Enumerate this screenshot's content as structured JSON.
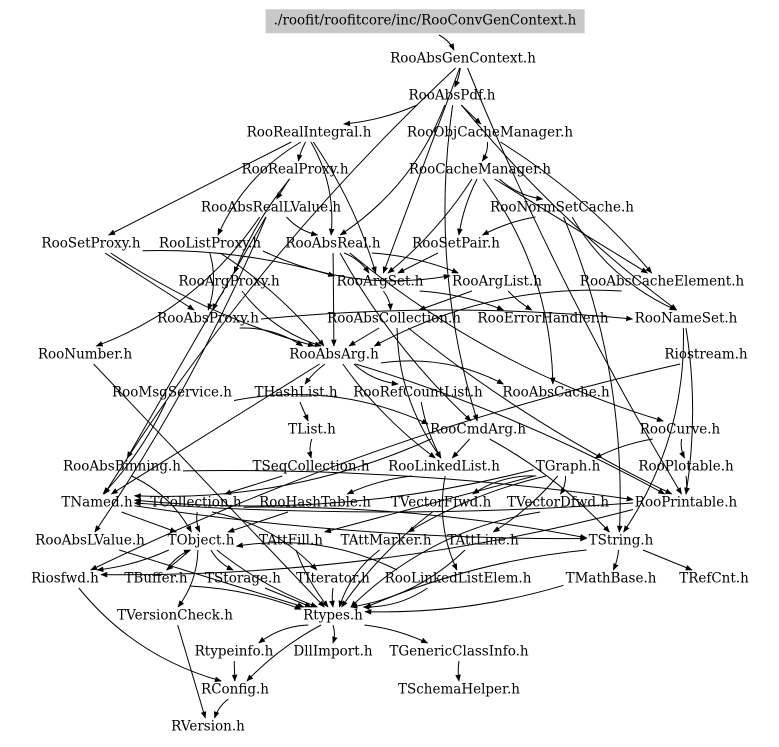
{
  "graph": {
    "colors": {
      "background": "#ffffff",
      "edge": "#000000",
      "root_fill": "#c8c8c8",
      "text": "#000000"
    },
    "nodes": [
      {
        "id": "root",
        "label": "./roofit/roofitcore/inc/RooConvGenContext.h"
      },
      {
        "id": "RooAbsGenContext",
        "label": "RooAbsGenContext.h"
      },
      {
        "id": "RooAbsPdf",
        "label": "RooAbsPdf.h"
      },
      {
        "id": "RooRealIntegral",
        "label": "RooRealIntegral.h"
      },
      {
        "id": "RooObjCacheManager",
        "label": "RooObjCacheManager.h"
      },
      {
        "id": "RooRealProxy",
        "label": "RooRealProxy.h"
      },
      {
        "id": "RooCacheManager",
        "label": "RooCacheManager.h"
      },
      {
        "id": "RooAbsRealLValue",
        "label": "RooAbsRealLValue.h"
      },
      {
        "id": "RooNormSetCache",
        "label": "RooNormSetCache.h"
      },
      {
        "id": "RooSetProxy",
        "label": "RooSetProxy.h"
      },
      {
        "id": "RooListProxy",
        "label": "RooListProxy.h"
      },
      {
        "id": "RooAbsReal",
        "label": "RooAbsReal.h"
      },
      {
        "id": "RooSetPair",
        "label": "RooSetPair.h"
      },
      {
        "id": "RooArgProxy",
        "label": "RooArgProxy.h"
      },
      {
        "id": "RooArgSet",
        "label": "RooArgSet.h"
      },
      {
        "id": "RooArgList",
        "label": "RooArgList.h"
      },
      {
        "id": "RooAbsCacheElement",
        "label": "RooAbsCacheElement.h"
      },
      {
        "id": "RooAbsProxy",
        "label": "RooAbsProxy.h"
      },
      {
        "id": "RooAbsCollection",
        "label": "RooAbsCollection.h"
      },
      {
        "id": "RooErrorHandler",
        "label": "RooErrorHandler.h"
      },
      {
        "id": "RooNameSet",
        "label": "RooNameSet.h"
      },
      {
        "id": "RooNumber",
        "label": "RooNumber.h"
      },
      {
        "id": "RooAbsArg",
        "label": "RooAbsArg.h"
      },
      {
        "id": "Riostream",
        "label": "Riostream.h"
      },
      {
        "id": "RooMsgService",
        "label": "RooMsgService.h"
      },
      {
        "id": "THashList",
        "label": "THashList.h"
      },
      {
        "id": "RooRefCountList",
        "label": "RooRefCountList.h"
      },
      {
        "id": "RooAbsCache",
        "label": "RooAbsCache.h"
      },
      {
        "id": "TList",
        "label": "TList.h"
      },
      {
        "id": "RooCmdArg",
        "label": "RooCmdArg.h"
      },
      {
        "id": "RooCurve",
        "label": "RooCurve.h"
      },
      {
        "id": "RooAbsBinning",
        "label": "RooAbsBinning.h"
      },
      {
        "id": "TSeqCollection",
        "label": "TSeqCollection.h"
      },
      {
        "id": "RooLinkedList",
        "label": "RooLinkedList.h"
      },
      {
        "id": "TGraph",
        "label": "TGraph.h"
      },
      {
        "id": "RooPlotable",
        "label": "RooPlotable.h"
      },
      {
        "id": "TNamed",
        "label": "TNamed.h"
      },
      {
        "id": "TCollection",
        "label": "TCollection.h"
      },
      {
        "id": "RooHashTable",
        "label": "RooHashTable.h"
      },
      {
        "id": "TVectorFfwd",
        "label": "TVectorFfwd.h"
      },
      {
        "id": "TVectorDfwd",
        "label": "TVectorDfwd.h"
      },
      {
        "id": "RooPrintable",
        "label": "RooPrintable.h"
      },
      {
        "id": "RooAbsLValue",
        "label": "RooAbsLValue.h"
      },
      {
        "id": "TObject",
        "label": "TObject.h"
      },
      {
        "id": "TAttFill",
        "label": "TAttFill.h"
      },
      {
        "id": "TAttMarker",
        "label": "TAttMarker.h"
      },
      {
        "id": "TAttLine",
        "label": "TAttLine.h"
      },
      {
        "id": "TString",
        "label": "TString.h"
      },
      {
        "id": "Riosfwd",
        "label": "Riosfwd.h"
      },
      {
        "id": "TBuffer",
        "label": "TBuffer.h"
      },
      {
        "id": "TStorage",
        "label": "TStorage.h"
      },
      {
        "id": "TIterator",
        "label": "TIterator.h"
      },
      {
        "id": "RooLinkedListElem",
        "label": "RooLinkedListElem.h"
      },
      {
        "id": "TMathBase",
        "label": "TMathBase.h"
      },
      {
        "id": "TRefCnt",
        "label": "TRefCnt.h"
      },
      {
        "id": "TVersionCheck",
        "label": "TVersionCheck.h"
      },
      {
        "id": "Rtypes",
        "label": "Rtypes.h"
      },
      {
        "id": "Rtypeinfo",
        "label": "Rtypeinfo.h"
      },
      {
        "id": "DllImport",
        "label": "DllImport.h"
      },
      {
        "id": "TGenericClassInfo",
        "label": "TGenericClassInfo.h"
      },
      {
        "id": "RConfig",
        "label": "RConfig.h"
      },
      {
        "id": "TSchemaHelper",
        "label": "TSchemaHelper.h"
      },
      {
        "id": "RVersion",
        "label": "RVersion.h"
      }
    ],
    "edges": [
      [
        "root",
        "RooAbsGenContext"
      ],
      [
        "RooAbsGenContext",
        "RooAbsPdf"
      ],
      [
        "RooAbsGenContext",
        "RooArgSet"
      ],
      [
        "RooAbsGenContext",
        "RooPrintable"
      ],
      [
        "RooAbsGenContext",
        "TNamed"
      ],
      [
        "RooAbsPdf",
        "RooAbsReal"
      ],
      [
        "RooAbsPdf",
        "RooRealIntegral"
      ],
      [
        "RooAbsPdf",
        "RooObjCacheManager"
      ],
      [
        "RooAbsPdf",
        "RooNameSet"
      ],
      [
        "RooAbsPdf",
        "RooCmdArg"
      ],
      [
        "RooRealIntegral",
        "RooAbsReal"
      ],
      [
        "RooRealIntegral",
        "RooArgSet"
      ],
      [
        "RooRealIntegral",
        "RooSetProxy"
      ],
      [
        "RooRealIntegral",
        "RooRealProxy"
      ],
      [
        "RooRealIntegral",
        "RooListProxy"
      ],
      [
        "RooObjCacheManager",
        "RooCacheManager"
      ],
      [
        "RooObjCacheManager",
        "RooAbsCacheElement"
      ],
      [
        "RooRealProxy",
        "RooAbsRealLValue"
      ],
      [
        "RooRealProxy",
        "RooArgProxy"
      ],
      [
        "RooCacheManager",
        "RooNormSetCache"
      ],
      [
        "RooCacheManager",
        "RooAbsCache"
      ],
      [
        "RooCacheManager",
        "RooArgSet"
      ],
      [
        "RooCacheManager",
        "RooAbsCacheElement"
      ],
      [
        "RooCacheManager",
        "RooSetPair"
      ],
      [
        "RooAbsRealLValue",
        "RooAbsReal"
      ],
      [
        "RooAbsRealLValue",
        "RooNumber"
      ],
      [
        "RooAbsRealLValue",
        "RooAbsLValue"
      ],
      [
        "RooAbsRealLValue",
        "RooAbsBinning"
      ],
      [
        "RooNormSetCache",
        "RooSetPair"
      ],
      [
        "RooNormSetCache",
        "RooNameSet"
      ],
      [
        "RooNormSetCache",
        "TString"
      ],
      [
        "RooSetProxy",
        "RooArgSet"
      ],
      [
        "RooSetProxy",
        "RooAbsProxy"
      ],
      [
        "RooSetProxy",
        "RooAbsArg"
      ],
      [
        "RooListProxy",
        "RooArgList"
      ],
      [
        "RooListProxy",
        "RooAbsProxy"
      ],
      [
        "RooListProxy",
        "RooAbsArg"
      ],
      [
        "RooAbsReal",
        "RooAbsArg"
      ],
      [
        "RooAbsReal",
        "RooCmdArg"
      ],
      [
        "RooAbsReal",
        "RooCurve"
      ],
      [
        "RooAbsReal",
        "RooArgSet"
      ],
      [
        "RooAbsReal",
        "RooArgList"
      ],
      [
        "RooSetPair",
        "RooArgSet"
      ],
      [
        "RooArgProxy",
        "RooAbsProxy"
      ],
      [
        "RooArgProxy",
        "RooAbsArg"
      ],
      [
        "RooArgSet",
        "RooAbsCollection"
      ],
      [
        "RooArgSet",
        "RooErrorHandler"
      ],
      [
        "RooArgList",
        "RooAbsCollection"
      ],
      [
        "RooArgList",
        "RooErrorHandler"
      ],
      [
        "RooAbsCacheElement",
        "RooAbsArg"
      ],
      [
        "RooAbsProxy",
        "RooAbsArg"
      ],
      [
        "RooAbsProxy",
        "RooNameSet"
      ],
      [
        "RooAbsCollection",
        "RooAbsArg"
      ],
      [
        "RooAbsCollection",
        "RooPrintable"
      ],
      [
        "RooAbsCollection",
        "RooLinkedList"
      ],
      [
        "RooNameSet",
        "TString"
      ],
      [
        "RooNameSet",
        "RooPrintable"
      ],
      [
        "RooNumber",
        "Rtypes"
      ],
      [
        "RooAbsArg",
        "THashList"
      ],
      [
        "RooAbsArg",
        "RooRefCountList"
      ],
      [
        "RooAbsArg",
        "RooAbsCache"
      ],
      [
        "RooAbsArg",
        "RooPrintable"
      ],
      [
        "RooAbsArg",
        "TNamed"
      ],
      [
        "RooAbsArg",
        "RooLinkedList"
      ],
      [
        "Riostream",
        "Riosfwd"
      ],
      [
        "RooMsgService",
        "RooCmdArg"
      ],
      [
        "RooMsgService",
        "TNamed"
      ],
      [
        "THashList",
        "TList"
      ],
      [
        "RooRefCountList",
        "RooLinkedList"
      ],
      [
        "TList",
        "TSeqCollection"
      ],
      [
        "RooCmdArg",
        "TNamed"
      ],
      [
        "RooCmdArg",
        "TString"
      ],
      [
        "RooCmdArg",
        "RooLinkedList"
      ],
      [
        "RooCurve",
        "TGraph"
      ],
      [
        "RooCurve",
        "RooPlotable"
      ],
      [
        "RooAbsBinning",
        "TObject"
      ],
      [
        "RooAbsBinning",
        "RooPrintable"
      ],
      [
        "TSeqCollection",
        "TCollection"
      ],
      [
        "RooLinkedList",
        "RooHashTable"
      ],
      [
        "RooLinkedList",
        "RooLinkedListElem"
      ],
      [
        "TGraph",
        "TNamed"
      ],
      [
        "TGraph",
        "TAttLine"
      ],
      [
        "TGraph",
        "TAttFill"
      ],
      [
        "TGraph",
        "TAttMarker"
      ],
      [
        "TGraph",
        "TVectorFfwd"
      ],
      [
        "TGraph",
        "TVectorDfwd"
      ],
      [
        "RooPlotable",
        "RooPrintable"
      ],
      [
        "TNamed",
        "TObject"
      ],
      [
        "TNamed",
        "TString"
      ],
      [
        "TCollection",
        "TObject"
      ],
      [
        "TCollection",
        "TIterator"
      ],
      [
        "TCollection",
        "TString"
      ],
      [
        "RooHashTable",
        "TObject"
      ],
      [
        "TVectorFfwd",
        "Rtypes"
      ],
      [
        "TVectorDfwd",
        "Rtypes"
      ],
      [
        "RooPrintable",
        "Riosfwd"
      ],
      [
        "RooPrintable",
        "TNamed"
      ],
      [
        "RooAbsLValue",
        "Rtypes"
      ],
      [
        "TObject",
        "Rtypes"
      ],
      [
        "TObject",
        "TStorage"
      ],
      [
        "TObject",
        "TVersionCheck"
      ],
      [
        "TObject",
        "Riosfwd"
      ],
      [
        "TObject",
        "TBuffer"
      ],
      [
        "TAttFill",
        "Rtypes"
      ],
      [
        "TAttMarker",
        "Rtypes"
      ],
      [
        "TAttLine",
        "Rtypes"
      ],
      [
        "TString",
        "TMathBase"
      ],
      [
        "TString",
        "TRefCnt"
      ],
      [
        "TString",
        "Rtypes"
      ],
      [
        "Riosfwd",
        "RConfig"
      ],
      [
        "TBuffer",
        "TObject"
      ],
      [
        "TBuffer",
        "Rtypes"
      ],
      [
        "TStorage",
        "Rtypes"
      ],
      [
        "TIterator",
        "Rtypes"
      ],
      [
        "RooLinkedListElem",
        "TObject"
      ],
      [
        "RooLinkedListElem",
        "Rtypes"
      ],
      [
        "TMathBase",
        "Rtypes"
      ],
      [
        "TVersionCheck",
        "RVersion"
      ],
      [
        "Rtypes",
        "RConfig"
      ],
      [
        "Rtypes",
        "Rtypeinfo"
      ],
      [
        "Rtypes",
        "DllImport"
      ],
      [
        "Rtypes",
        "TGenericClassInfo"
      ],
      [
        "Rtypeinfo",
        "RConfig"
      ],
      [
        "TGenericClassInfo",
        "TSchemaHelper"
      ],
      [
        "RConfig",
        "RVersion"
      ]
    ]
  }
}
